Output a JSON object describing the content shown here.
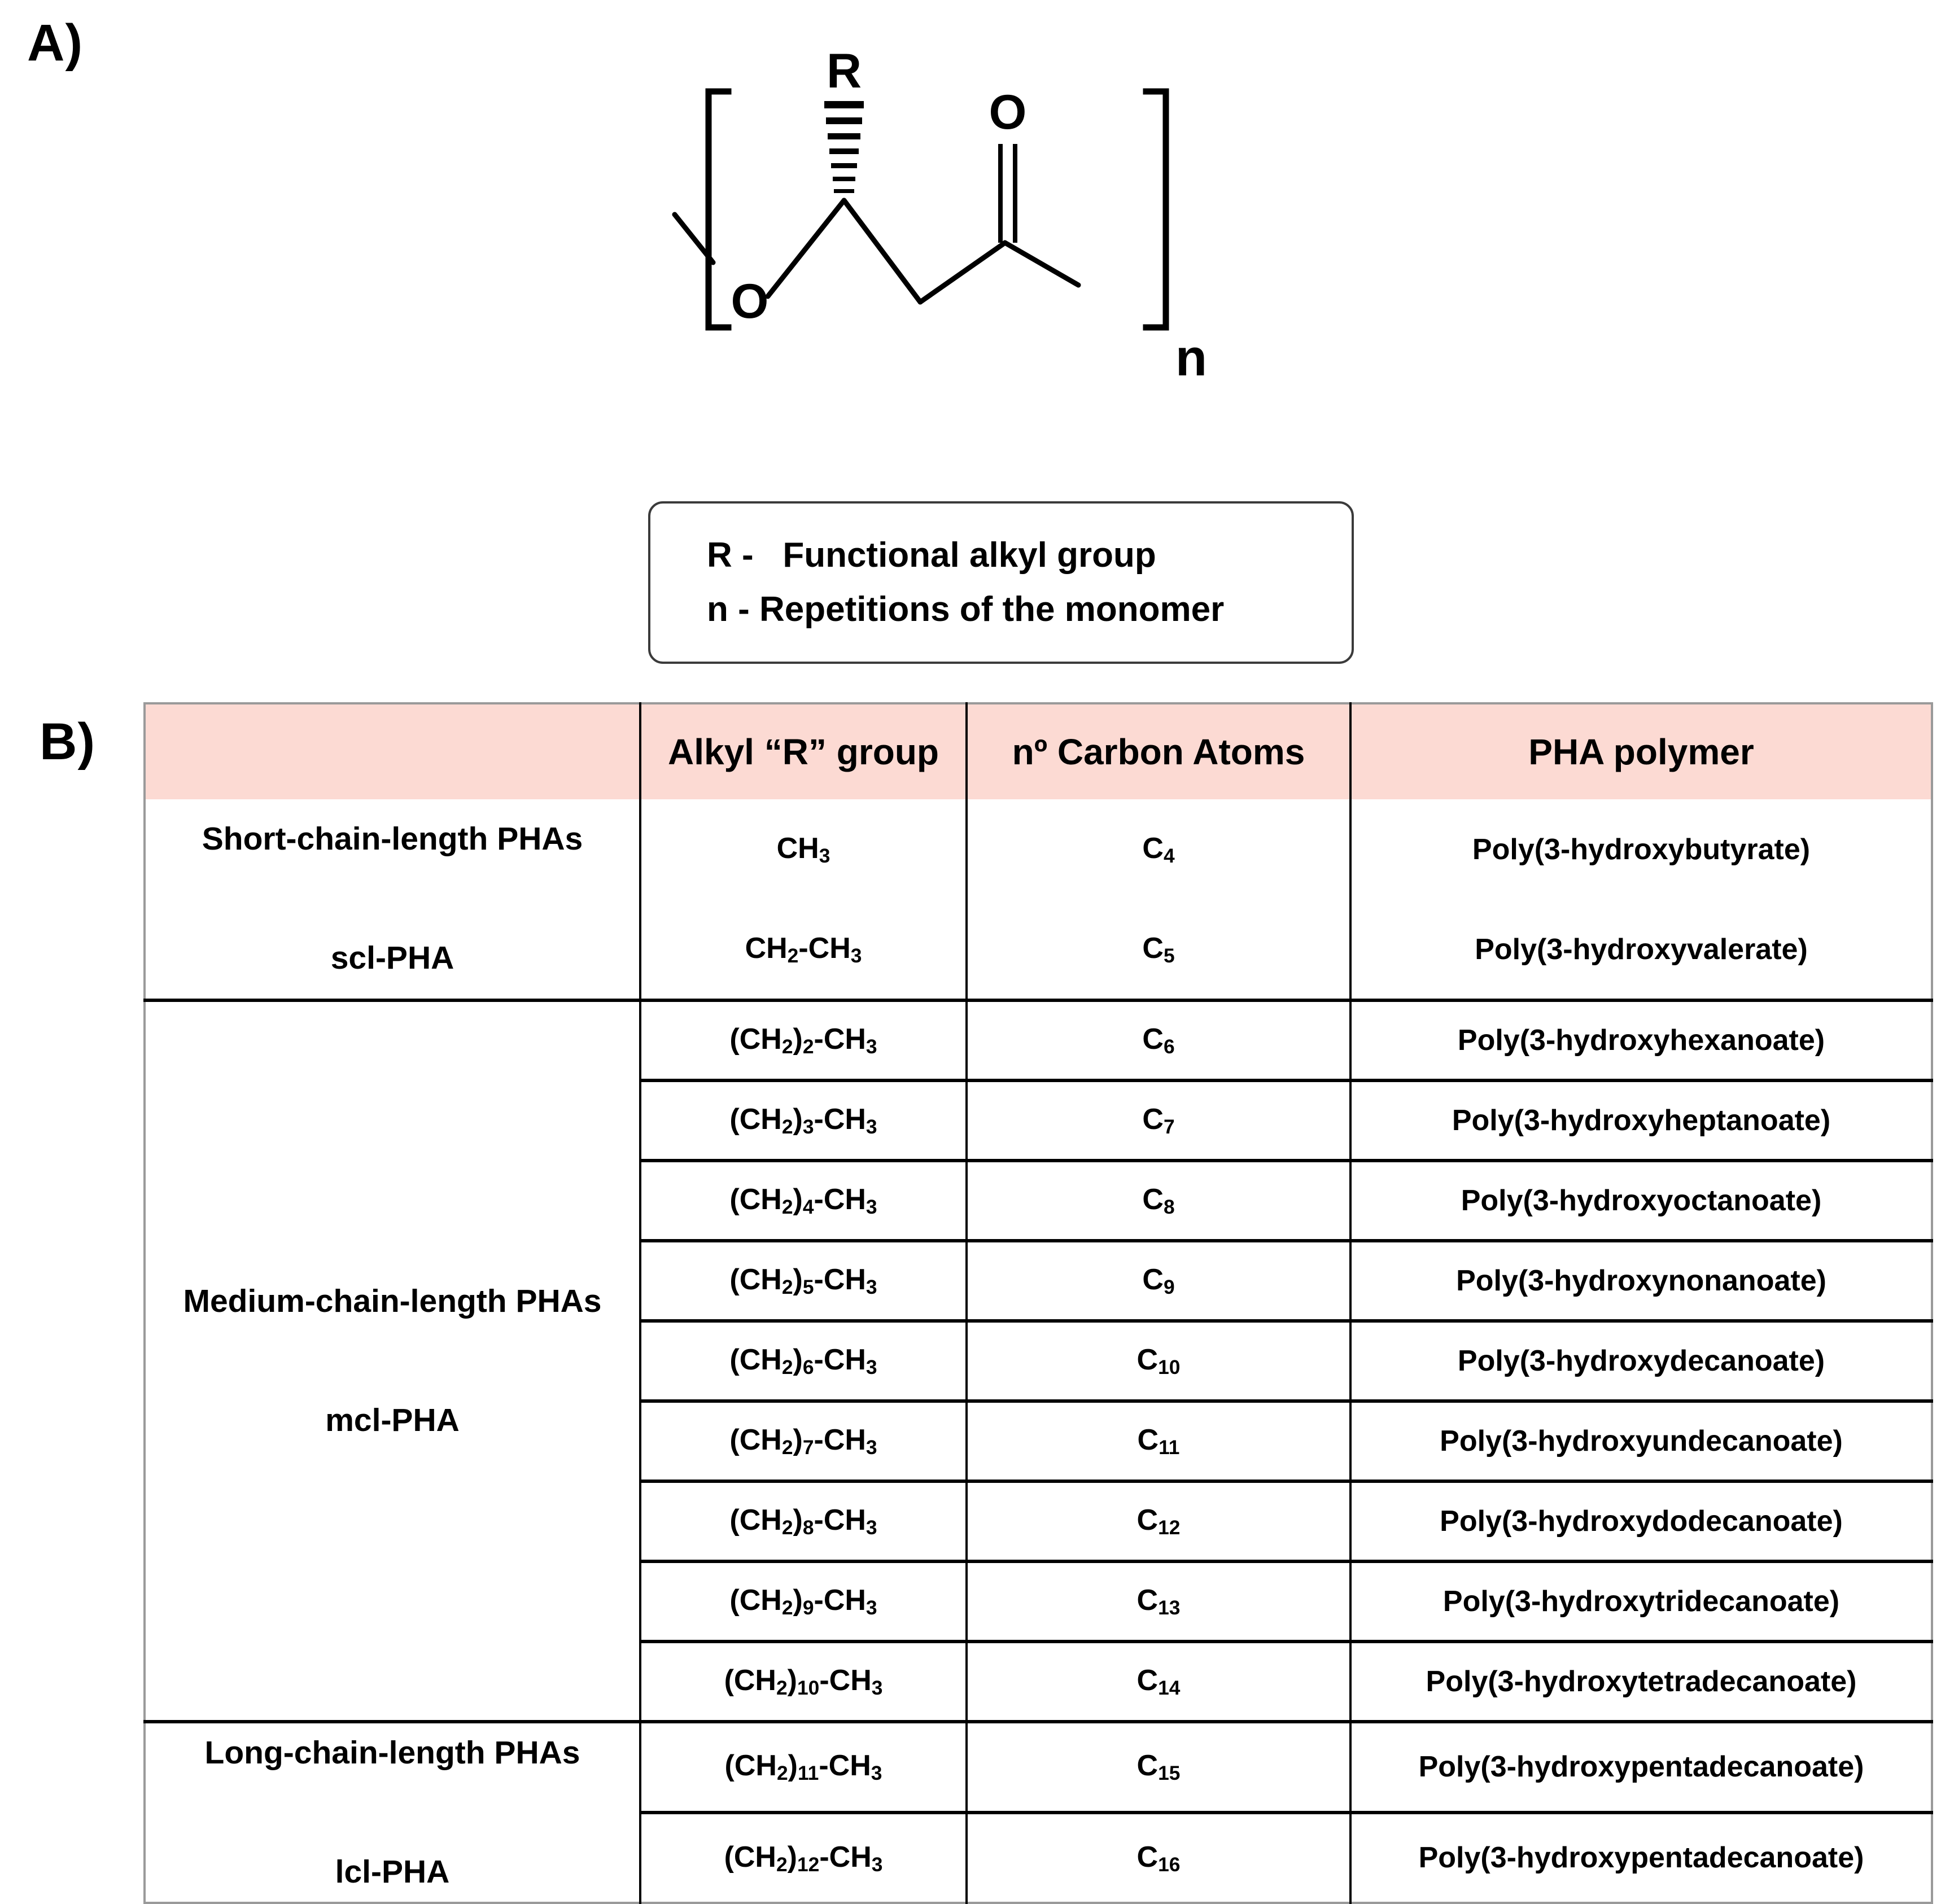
{
  "panels": {
    "a_label": "A)",
    "b_label": "B)"
  },
  "structure": {
    "atom_r": "R",
    "atom_o_ester": "O",
    "atom_o_carbonyl": "O",
    "subscript_n": "n",
    "description": "Polyhydroxyalkanoate repeating unit inside square brackets with subscript n"
  },
  "legend": {
    "line1": "R -   Functional alkyl group",
    "line2": "n - Repetitions of the monomer"
  },
  "table": {
    "headers": {
      "class": "",
      "alkyl": "Alkyl “R” group",
      "carbon": "nº Carbon Atoms",
      "polymer": "PHA polymer"
    },
    "header_bg": "#fcdad3",
    "border_color": "#9a9a9a",
    "rule_color": "#000000",
    "sections": [
      {
        "id": "scl",
        "class_label": "Short-chain-length PHAs\n\nscl-PHA",
        "rows": [
          {
            "alkyl_main": "CH",
            "alkyl_sub": "3",
            "alkyl_text": "CH3",
            "carbon": "C",
            "carbon_sub": "4",
            "polymer": "Poly(3-hydroxybutyrate)"
          },
          {
            "alkyl_text": "CH2-CH3",
            "carbon": "C",
            "carbon_sub": "5",
            "polymer": "Poly(3-hydroxyvalerate)"
          }
        ]
      },
      {
        "id": "mcl",
        "class_label": "Medium-chain-length PHAs\n\nmcl-PHA",
        "rows": [
          {
            "alkyl_text": "(CH2)2-CH3",
            "carbon": "C",
            "carbon_sub": "6",
            "polymer": "Poly(3-hydroxyhexanoate)"
          },
          {
            "alkyl_text": "(CH2)3-CH3",
            "carbon": "C",
            "carbon_sub": "7",
            "polymer": "Poly(3-hydroxyheptanoate)"
          },
          {
            "alkyl_text": "(CH2)4-CH3",
            "carbon": "C",
            "carbon_sub": "8",
            "polymer": "Poly(3-hydroxyoctanoate)"
          },
          {
            "alkyl_text": "(CH2)5-CH3",
            "carbon": "C",
            "carbon_sub": "9",
            "polymer": "Poly(3-hydroxynonanoate)"
          },
          {
            "alkyl_text": "(CH2)6-CH3",
            "carbon": "C",
            "carbon_sub": "10",
            "polymer": "Poly(3-hydroxydecanoate)"
          },
          {
            "alkyl_text": "(CH2)7-CH3",
            "carbon": "C",
            "carbon_sub": "11",
            "polymer": "Poly(3-hydroxyundecanoate)"
          },
          {
            "alkyl_text": "(CH2)8-CH3",
            "carbon": "C",
            "carbon_sub": "12",
            "polymer": "Poly(3-hydroxydodecanoate)"
          },
          {
            "alkyl_text": "(CH2)9-CH3",
            "carbon": "C",
            "carbon_sub": "13",
            "polymer": "Poly(3-hydroxytridecanoate)"
          },
          {
            "alkyl_text": "(CH2)10-CH3",
            "carbon": "C",
            "carbon_sub": "14",
            "polymer": "Poly(3-hydroxytetradecanoate)"
          }
        ]
      },
      {
        "id": "lcl",
        "class_label": "Long-chain-length PHAs\n\nlcl-PHA",
        "rows": [
          {
            "alkyl_text": "(CH2)11-CH3",
            "carbon": "C",
            "carbon_sub": "15",
            "polymer": "Poly(3-hydroxypentadecanoate)"
          },
          {
            "alkyl_text": "(CH2)12-CH3",
            "carbon": "C",
            "carbon_sub": "16",
            "polymer": "Poly(3-hydroxypentadecanoate)"
          }
        ]
      }
    ]
  }
}
